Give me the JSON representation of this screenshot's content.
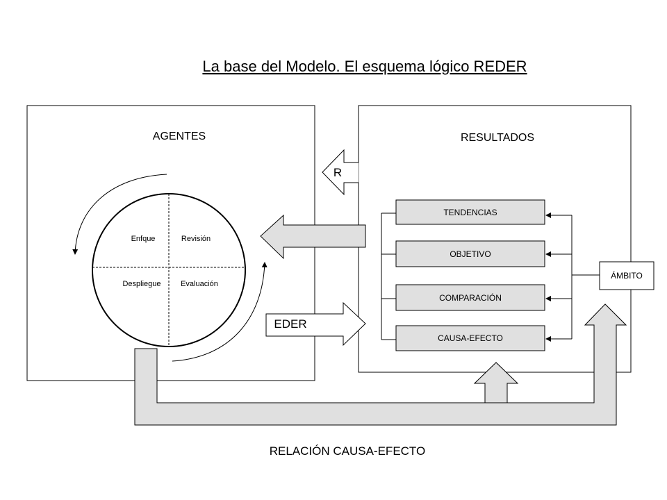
{
  "title": "La base del Modelo. El esquema lógico REDER",
  "agents": {
    "title": "AGENTES",
    "quadrants": {
      "top_left": "Enfque",
      "top_right": "Revisión",
      "bottom_left": "Despliegue",
      "bottom_right": "Evaluación"
    }
  },
  "results": {
    "title": "RESULTADOS",
    "rows": [
      "TENDENCIAS",
      "OBJETIVO",
      "COMPARACIÓN",
      "CAUSA-EFECTO"
    ],
    "scope_label": "ÁMBITO"
  },
  "arrows": {
    "r_label": "R",
    "eder_label": "EDER"
  },
  "footer": "RELACIÓN CAUSA-EFECTO",
  "colors": {
    "fill_gray": "#e0e0e0",
    "stroke": "#000000",
    "background": "#ffffff"
  }
}
